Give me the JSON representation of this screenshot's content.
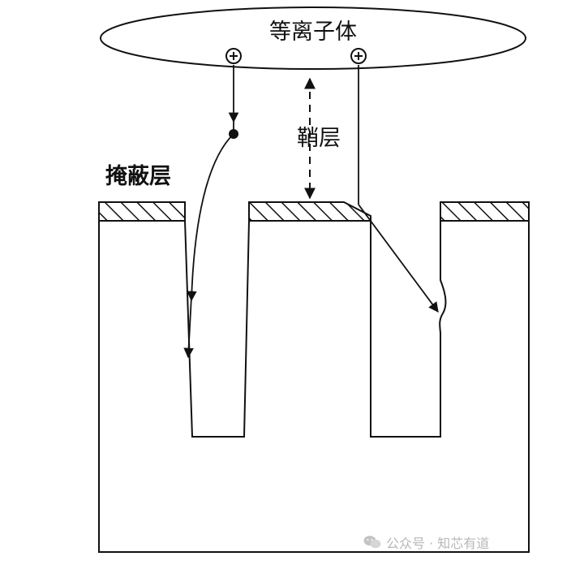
{
  "labels": {
    "plasma": "等离子体",
    "sheath": "鞘层",
    "mask_layer": "掩蔽层"
  },
  "ions": [
    {
      "symbol": "⊕",
      "icon": "positive-ion"
    },
    {
      "symbol": "⊕",
      "icon": "positive-ion"
    }
  ],
  "watermark": {
    "source": "公众号 · 知芯有道",
    "icon": "wechat-icon"
  },
  "colors": {
    "line": "#111111",
    "watermark": "#b8b8b8"
  }
}
